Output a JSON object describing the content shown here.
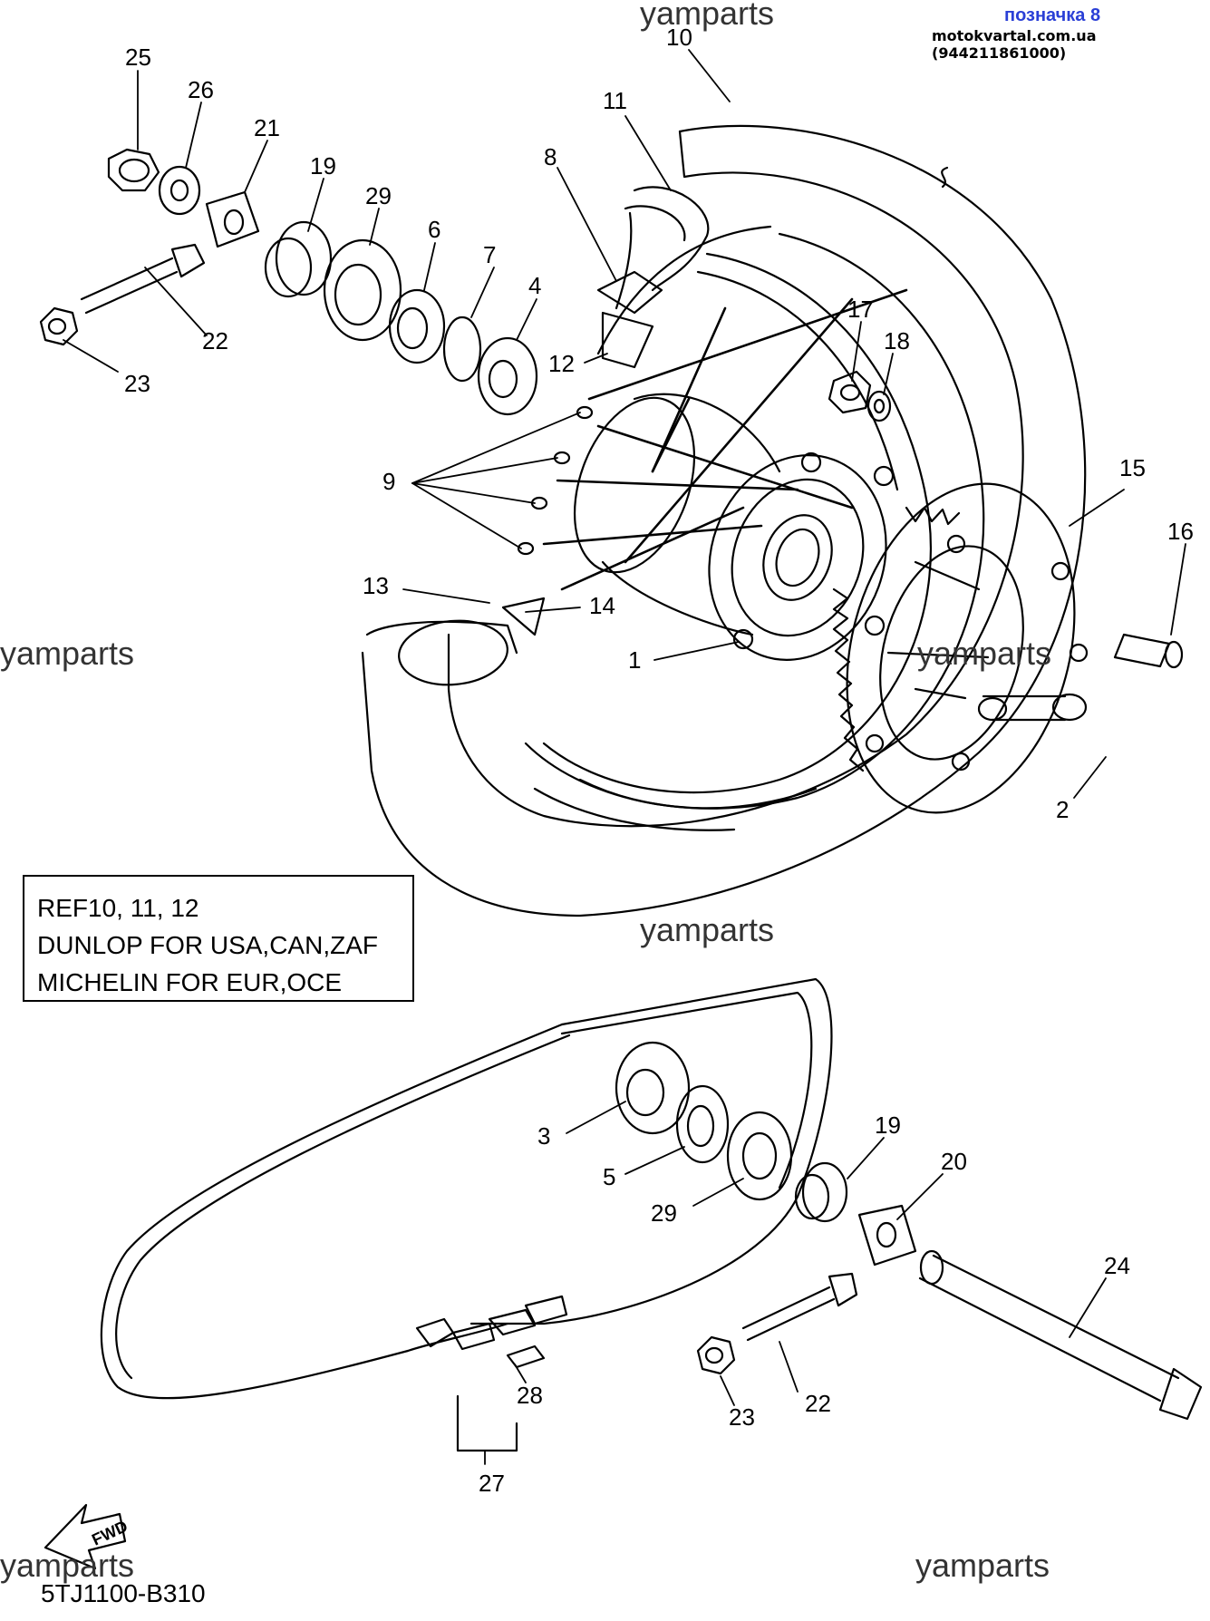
{
  "header": {
    "title": "позначка 8",
    "site": "motokvartal.com.ua (944211861000)"
  },
  "watermark": "yamparts",
  "diagram_code": "5TJ1100-B310",
  "note": {
    "line1": "REF10, 11, 12",
    "line2": " DUNLOP FOR USA,CAN,ZAF",
    "line3": " MICHELIN FOR EUR,OCE"
  },
  "fwd_label": "FWD",
  "callouts": [
    "25",
    "26",
    "21",
    "19",
    "29",
    "6",
    "7",
    "4",
    "22",
    "23",
    "10",
    "11",
    "8",
    "12",
    "17",
    "18",
    "9",
    "15",
    "16",
    "13",
    "14",
    "1",
    "2",
    "3",
    "5",
    "29",
    "19",
    "20",
    "24",
    "22",
    "23",
    "28",
    "27"
  ]
}
